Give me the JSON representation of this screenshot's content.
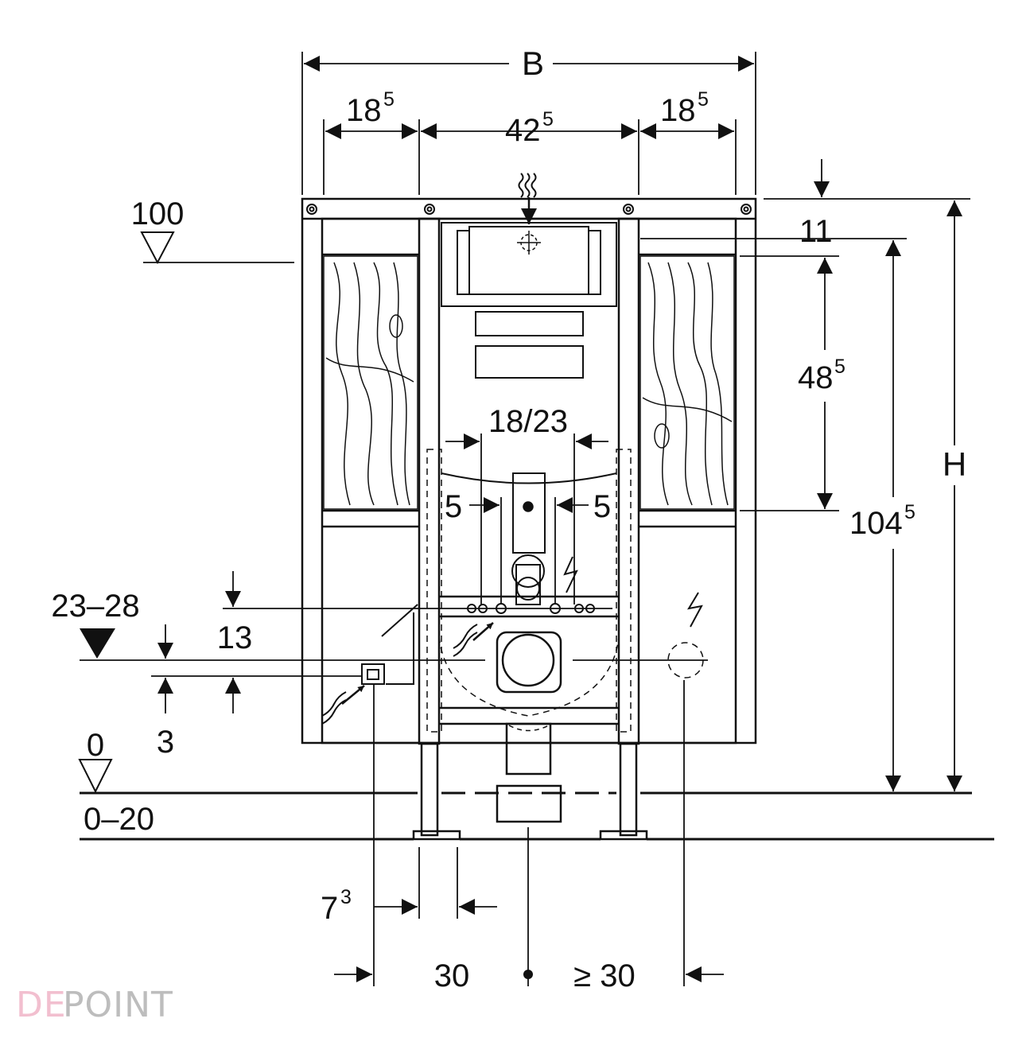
{
  "dimensions": {
    "total_width": "B",
    "height": "H",
    "left_bay": {
      "base": "18",
      "sup": "5"
    },
    "center_bay": {
      "base": "42",
      "sup": "5"
    },
    "right_bay": {
      "base": "18",
      "sup": "5"
    },
    "top_offset": "11",
    "panel_height": {
      "base": "48",
      "sup": "5"
    },
    "frame_height": {
      "base": "104",
      "sup": "5"
    },
    "flush_spacing": "18/23",
    "left_gap": "5",
    "right_gap": "5",
    "drain_range": "23–28",
    "drain_offset": "13",
    "small_offset": "3",
    "edge_offset": {
      "base": "7",
      "sup": "3"
    },
    "left_clearance": "30",
    "right_clearance": "≥ 30"
  },
  "levels": {
    "upper": "100",
    "floor": "0",
    "floor_range": "0–20"
  },
  "watermark": {
    "accent": "DE",
    "rest": "POINT"
  },
  "colors": {
    "line": "#111111",
    "watermark_accent": "#f2bfcf",
    "watermark_rest": "#bdbdbd"
  }
}
